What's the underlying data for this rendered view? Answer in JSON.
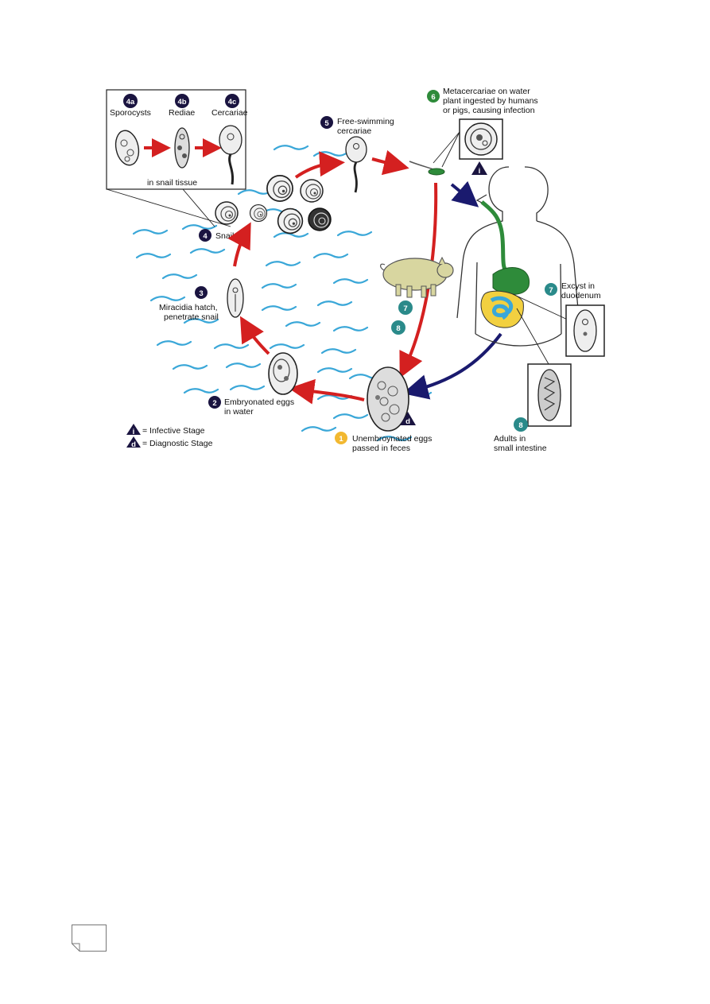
{
  "stages": {
    "s4a": {
      "badge": "4a",
      "label": "Sporocysts",
      "badge_color": "#1a1440"
    },
    "s4b": {
      "badge": "4b",
      "label": "Rediae",
      "badge_color": "#1a1440"
    },
    "s4c": {
      "badge": "4c",
      "label": "Cercariae",
      "badge_color": "#1a1440"
    },
    "snail_tissue": "in snail tissue",
    "s4": {
      "badge": "4",
      "label": "Snail",
      "badge_color": "#1a1440"
    },
    "s5": {
      "badge": "5",
      "line1": "Free-swimming",
      "line2": "cercariae",
      "badge_color": "#1a1440"
    },
    "s6": {
      "badge": "6",
      "line1": "Metacercariae on water",
      "line2": "plant ingested by humans",
      "line3": "or pigs, causing infection",
      "badge_color": "#2e8b3a"
    },
    "s3": {
      "badge": "3",
      "line1": "Miracidia hatch,",
      "line2": "penetrate snail",
      "badge_color": "#1a1440"
    },
    "s2": {
      "badge": "2",
      "line1": "Embryonated eggs",
      "line2": "in water",
      "badge_color": "#1a1440"
    },
    "s1": {
      "badge": "1",
      "line1": "Unembroynated eggs",
      "line2": "passed in feces",
      "badge_color": "#f2b830"
    },
    "s7_pig": {
      "badge": "7",
      "badge_color": "#2a8a8a"
    },
    "s8_pig": {
      "badge": "8",
      "badge_color": "#2a8a8a"
    },
    "s7": {
      "badge": "7",
      "line1": "Excyst in",
      "line2": "duodenum",
      "badge_color": "#2a8a8a"
    },
    "s8": {
      "badge": "8",
      "line1": "Adults in",
      "line2": "small intestine",
      "badge_color": "#2a8a8a"
    }
  },
  "legend": {
    "infective": {
      "symbol": "i",
      "label": "= Infective Stage"
    },
    "diagnostic": {
      "symbol": "d",
      "label": "= Diagnostic Stage"
    }
  },
  "colors": {
    "cycle_arrow": "#d42020",
    "human_arrow": "#1a1a6e",
    "water": "#3aa7d8",
    "pig": "#d8d6a0",
    "stomach": "#2e8b3a",
    "intestine_small": "#3aa7d8",
    "intestine_large": "#f2d040"
  }
}
